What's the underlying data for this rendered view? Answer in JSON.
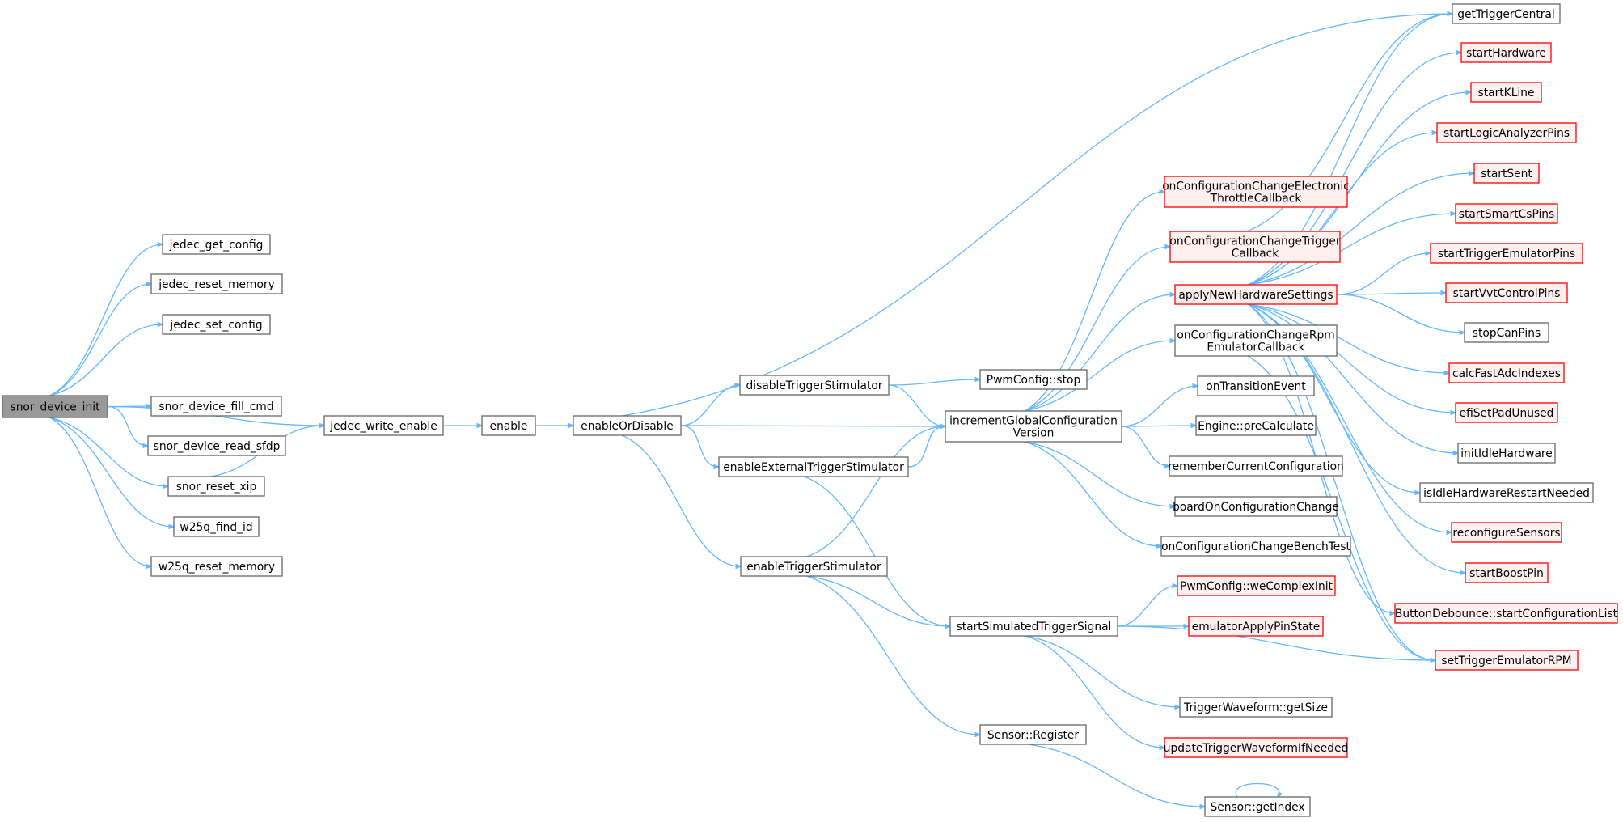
{
  "colors": {
    "edge": "#63b8ff",
    "node_border": "#666666",
    "node_fill": "#ffffff",
    "root_fill": "#999999",
    "root_border": "#666666",
    "truncated_border": "#ff0000",
    "truncated_fill": "#fff0f0",
    "text": "#000000"
  },
  "nodes": [
    {
      "id": "snor_device_init",
      "lines": [
        "snor_device_init"
      ],
      "kind": "root"
    },
    {
      "id": "jedec_get_config",
      "lines": [
        "jedec_get_config"
      ],
      "kind": "normal"
    },
    {
      "id": "jedec_reset_memory",
      "lines": [
        "jedec_reset_memory"
      ],
      "kind": "normal"
    },
    {
      "id": "jedec_set_config",
      "lines": [
        "jedec_set_config"
      ],
      "kind": "normal"
    },
    {
      "id": "snor_device_fill_cmd",
      "lines": [
        "snor_device_fill_cmd"
      ],
      "kind": "normal"
    },
    {
      "id": "snor_device_read_sfdp",
      "lines": [
        "snor_device_read_sfdp"
      ],
      "kind": "normal"
    },
    {
      "id": "snor_reset_xip",
      "lines": [
        "snor_reset_xip"
      ],
      "kind": "normal"
    },
    {
      "id": "w25q_find_id",
      "lines": [
        "w25q_find_id"
      ],
      "kind": "normal"
    },
    {
      "id": "w25q_reset_memory",
      "lines": [
        "w25q_reset_memory"
      ],
      "kind": "normal"
    },
    {
      "id": "jedec_write_enable",
      "lines": [
        "jedec_write_enable"
      ],
      "kind": "normal"
    },
    {
      "id": "enable",
      "lines": [
        "enable"
      ],
      "kind": "normal"
    },
    {
      "id": "enableOrDisable",
      "lines": [
        "enableOrDisable"
      ],
      "kind": "normal"
    },
    {
      "id": "disableTriggerStimulator",
      "lines": [
        "disableTriggerStimulator"
      ],
      "kind": "normal"
    },
    {
      "id": "enableExternalTriggerStimulator",
      "lines": [
        "enableExternalTriggerStimulator"
      ],
      "kind": "normal"
    },
    {
      "id": "enableTriggerStimulator",
      "lines": [
        "enableTriggerStimulator"
      ],
      "kind": "normal"
    },
    {
      "id": "PwmConfig_stop",
      "lines": [
        "PwmConfig::stop"
      ],
      "kind": "normal"
    },
    {
      "id": "incrementGlobalConfigurationVersion",
      "lines": [
        "incrementGlobalConfiguration",
        "Version"
      ],
      "kind": "normal"
    },
    {
      "id": "startSimulatedTriggerSignal",
      "lines": [
        "startSimulatedTriggerSignal"
      ],
      "kind": "normal"
    },
    {
      "id": "Sensor_Register",
      "lines": [
        "Sensor::Register"
      ],
      "kind": "normal"
    },
    {
      "id": "Sensor_getIndex",
      "lines": [
        "Sensor::getIndex"
      ],
      "kind": "normal"
    },
    {
      "id": "onConfigurationChangeElectronicThrottleCallback",
      "lines": [
        "onConfigurationChangeElectronic",
        "ThrottleCallback"
      ],
      "kind": "truncated"
    },
    {
      "id": "onConfigurationChangeTriggerCallback",
      "lines": [
        "onConfigurationChangeTrigger",
        "Callback"
      ],
      "kind": "truncated"
    },
    {
      "id": "applyNewHardwareSettings",
      "lines": [
        "applyNewHardwareSettings"
      ],
      "kind": "truncated"
    },
    {
      "id": "onConfigurationChangeRpmEmulatorCallback",
      "lines": [
        "onConfigurationChangeRpm",
        "EmulatorCallback"
      ],
      "kind": "normal"
    },
    {
      "id": "onTransitionEvent",
      "lines": [
        "onTransitionEvent"
      ],
      "kind": "normal"
    },
    {
      "id": "Engine_preCalculate",
      "lines": [
        "Engine::preCalculate"
      ],
      "kind": "normal"
    },
    {
      "id": "rememberCurrentConfiguration",
      "lines": [
        "rememberCurrentConfiguration"
      ],
      "kind": "normal"
    },
    {
      "id": "boardOnConfigurationChange",
      "lines": [
        "boardOnConfigurationChange"
      ],
      "kind": "normal"
    },
    {
      "id": "onConfigurationChangeBenchTest",
      "lines": [
        "onConfigurationChangeBenchTest"
      ],
      "kind": "normal"
    },
    {
      "id": "PwmConfig_weComplexInit",
      "lines": [
        "PwmConfig::weComplexInit"
      ],
      "kind": "truncated"
    },
    {
      "id": "emulatorApplyPinState",
      "lines": [
        "emulatorApplyPinState"
      ],
      "kind": "truncated"
    },
    {
      "id": "TriggerWaveform_getSize",
      "lines": [
        "TriggerWaveform::getSize"
      ],
      "kind": "normal"
    },
    {
      "id": "updateTriggerWaveformIfNeeded",
      "lines": [
        "updateTriggerWaveformIfNeeded"
      ],
      "kind": "truncated"
    },
    {
      "id": "getTriggerCentral",
      "lines": [
        "getTriggerCentral"
      ],
      "kind": "normal"
    },
    {
      "id": "startHardware",
      "lines": [
        "startHardware"
      ],
      "kind": "truncated"
    },
    {
      "id": "startKLine",
      "lines": [
        "startKLine"
      ],
      "kind": "truncated"
    },
    {
      "id": "startLogicAnalyzerPins",
      "lines": [
        "startLogicAnalyzerPins"
      ],
      "kind": "truncated"
    },
    {
      "id": "startSent",
      "lines": [
        "startSent"
      ],
      "kind": "truncated"
    },
    {
      "id": "startSmartCsPins",
      "lines": [
        "startSmartCsPins"
      ],
      "kind": "truncated"
    },
    {
      "id": "startTriggerEmulatorPins",
      "lines": [
        "startTriggerEmulatorPins"
      ],
      "kind": "truncated"
    },
    {
      "id": "startVvtControlPins",
      "lines": [
        "startVvtControlPins"
      ],
      "kind": "truncated"
    },
    {
      "id": "stopCanPins",
      "lines": [
        "stopCanPins"
      ],
      "kind": "normal"
    },
    {
      "id": "calcFastAdcIndexes",
      "lines": [
        "calcFastAdcIndexes"
      ],
      "kind": "truncated"
    },
    {
      "id": "efiSetPadUnused",
      "lines": [
        "efiSetPadUnused"
      ],
      "kind": "truncated"
    },
    {
      "id": "initIdleHardware",
      "lines": [
        "initIdleHardware"
      ],
      "kind": "normal"
    },
    {
      "id": "isIdleHardwareRestartNeeded",
      "lines": [
        "isIdleHardwareRestartNeeded"
      ],
      "kind": "normal"
    },
    {
      "id": "reconfigureSensors",
      "lines": [
        "reconfigureSensors"
      ],
      "kind": "truncated"
    },
    {
      "id": "startBoostPin",
      "lines": [
        "startBoostPin"
      ],
      "kind": "truncated"
    },
    {
      "id": "ButtonDebounce_startConfigurationList",
      "lines": [
        "ButtonDebounce::startConfigurationList"
      ],
      "kind": "truncated"
    },
    {
      "id": "setTriggerEmulatorRPM",
      "lines": [
        "setTriggerEmulatorRPM"
      ],
      "kind": "truncated"
    }
  ],
  "edges": [
    [
      "snor_device_init",
      "jedec_get_config"
    ],
    [
      "snor_device_init",
      "jedec_reset_memory"
    ],
    [
      "snor_device_init",
      "jedec_set_config"
    ],
    [
      "snor_device_init",
      "jedec_write_enable"
    ],
    [
      "snor_device_init",
      "snor_device_fill_cmd"
    ],
    [
      "snor_device_init",
      "snor_device_read_sfdp"
    ],
    [
      "snor_device_init",
      "snor_reset_xip"
    ],
    [
      "snor_device_init",
      "w25q_find_id"
    ],
    [
      "snor_device_init",
      "w25q_reset_memory"
    ],
    [
      "snor_reset_xip",
      "jedec_write_enable"
    ],
    [
      "jedec_write_enable",
      "enable"
    ],
    [
      "enable",
      "enableOrDisable"
    ],
    [
      "enableOrDisable",
      "getTriggerCentral"
    ],
    [
      "enableOrDisable",
      "disableTriggerStimulator"
    ],
    [
      "enableOrDisable",
      "incrementGlobalConfigurationVersion"
    ],
    [
      "enableOrDisable",
      "enableExternalTriggerStimulator"
    ],
    [
      "enableOrDisable",
      "enableTriggerStimulator"
    ],
    [
      "disableTriggerStimulator",
      "PwmConfig_stop"
    ],
    [
      "disableTriggerStimulator",
      "incrementGlobalConfigurationVersion"
    ],
    [
      "enableExternalTriggerStimulator",
      "incrementGlobalConfigurationVersion"
    ],
    [
      "enableExternalTriggerStimulator",
      "startSimulatedTriggerSignal"
    ],
    [
      "enableTriggerStimulator",
      "incrementGlobalConfigurationVersion"
    ],
    [
      "enableTriggerStimulator",
      "startSimulatedTriggerSignal"
    ],
    [
      "enableTriggerStimulator",
      "Sensor_Register"
    ],
    [
      "incrementGlobalConfigurationVersion",
      "onConfigurationChangeElectronicThrottleCallback"
    ],
    [
      "incrementGlobalConfigurationVersion",
      "onConfigurationChangeTriggerCallback"
    ],
    [
      "incrementGlobalConfigurationVersion",
      "applyNewHardwareSettings"
    ],
    [
      "incrementGlobalConfigurationVersion",
      "onConfigurationChangeRpmEmulatorCallback"
    ],
    [
      "incrementGlobalConfigurationVersion",
      "onTransitionEvent"
    ],
    [
      "incrementGlobalConfigurationVersion",
      "Engine_preCalculate"
    ],
    [
      "incrementGlobalConfigurationVersion",
      "rememberCurrentConfiguration"
    ],
    [
      "incrementGlobalConfigurationVersion",
      "boardOnConfigurationChange"
    ],
    [
      "incrementGlobalConfigurationVersion",
      "onConfigurationChangeBenchTest"
    ],
    [
      "onConfigurationChangeTriggerCallback",
      "getTriggerCentral"
    ],
    [
      "onConfigurationChangeRpmEmulatorCallback",
      "setTriggerEmulatorRPM"
    ],
    [
      "applyNewHardwareSettings",
      "getTriggerCentral"
    ],
    [
      "applyNewHardwareSettings",
      "startHardware"
    ],
    [
      "applyNewHardwareSettings",
      "startKLine"
    ],
    [
      "applyNewHardwareSettings",
      "startLogicAnalyzerPins"
    ],
    [
      "applyNewHardwareSettings",
      "startSent"
    ],
    [
      "applyNewHardwareSettings",
      "startSmartCsPins"
    ],
    [
      "applyNewHardwareSettings",
      "startTriggerEmulatorPins"
    ],
    [
      "applyNewHardwareSettings",
      "startVvtControlPins"
    ],
    [
      "applyNewHardwareSettings",
      "stopCanPins"
    ],
    [
      "applyNewHardwareSettings",
      "calcFastAdcIndexes"
    ],
    [
      "applyNewHardwareSettings",
      "efiSetPadUnused"
    ],
    [
      "applyNewHardwareSettings",
      "initIdleHardware"
    ],
    [
      "applyNewHardwareSettings",
      "isIdleHardwareRestartNeeded"
    ],
    [
      "applyNewHardwareSettings",
      "reconfigureSensors"
    ],
    [
      "applyNewHardwareSettings",
      "startBoostPin"
    ],
    [
      "applyNewHardwareSettings",
      "ButtonDebounce_startConfigurationList"
    ],
    [
      "applyNewHardwareSettings",
      "setTriggerEmulatorRPM"
    ],
    [
      "startSimulatedTriggerSignal",
      "PwmConfig_weComplexInit"
    ],
    [
      "startSimulatedTriggerSignal",
      "emulatorApplyPinState"
    ],
    [
      "startSimulatedTriggerSignal",
      "setTriggerEmulatorRPM"
    ],
    [
      "startSimulatedTriggerSignal",
      "TriggerWaveform_getSize"
    ],
    [
      "startSimulatedTriggerSignal",
      "updateTriggerWaveformIfNeeded"
    ],
    [
      "Sensor_Register",
      "Sensor_getIndex"
    ],
    [
      "Sensor_getIndex",
      "Sensor_getIndex"
    ]
  ]
}
